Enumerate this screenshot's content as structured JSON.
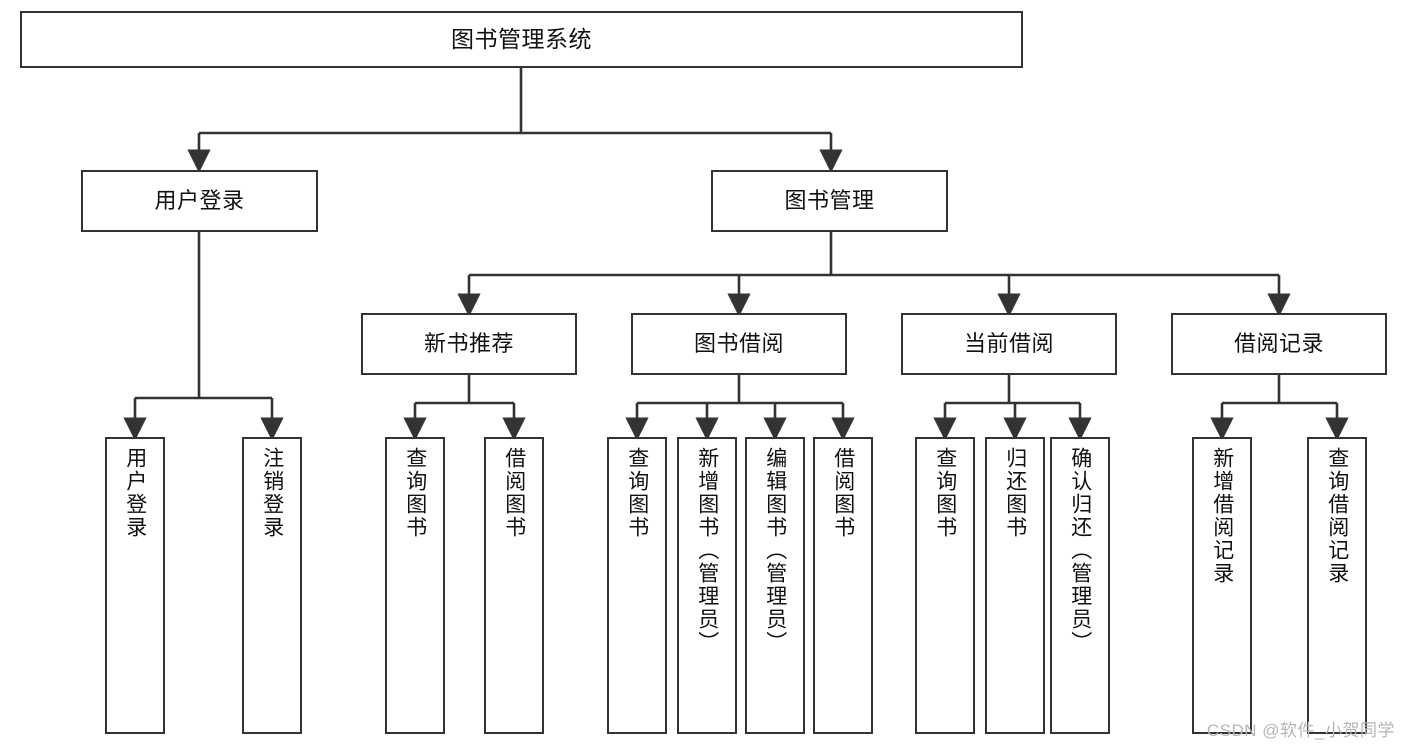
{
  "diagram": {
    "title": "图书管理系统",
    "watermark": "CSDN @软件_小贺同学",
    "line_color": "#333333",
    "box_fill": "#ffffff",
    "text_color": "#111111",
    "nodes": {
      "root": {
        "label": "图书管理系统"
      },
      "level2": [
        {
          "id": "user-login",
          "label": "用户登录"
        },
        {
          "id": "book-manage",
          "label": "图书管理"
        }
      ],
      "level3": [
        {
          "id": "new-book-recommend",
          "label": "新书推荐"
        },
        {
          "id": "book-borrow",
          "label": "图书借阅"
        },
        {
          "id": "current-borrow",
          "label": "当前借阅"
        },
        {
          "id": "borrow-record",
          "label": "借阅记录"
        }
      ],
      "leaves": {
        "user-login": [
          {
            "id": "leaf-user-login",
            "label": "用户登录"
          },
          {
            "id": "leaf-logout",
            "label": "注销登录"
          }
        ],
        "new-book-recommend": [
          {
            "id": "leaf-query-book-1",
            "label": "查询图书"
          },
          {
            "id": "leaf-borrow-book-1",
            "label": "借阅图书"
          }
        ],
        "book-borrow": [
          {
            "id": "leaf-query-book-2",
            "label": "查询图书"
          },
          {
            "id": "leaf-add-book",
            "label": "新增图书（管理员）"
          },
          {
            "id": "leaf-edit-book",
            "label": "编辑图书（管理员）"
          },
          {
            "id": "leaf-borrow-book-2",
            "label": "借阅图书"
          }
        ],
        "current-borrow": [
          {
            "id": "leaf-query-book-3",
            "label": "查询图书"
          },
          {
            "id": "leaf-return-book",
            "label": "归还图书"
          },
          {
            "id": "leaf-confirm-return",
            "label": "确认归还（管理员）"
          }
        ],
        "borrow-record": [
          {
            "id": "leaf-add-record",
            "label": "新增借阅记录"
          },
          {
            "id": "leaf-query-record",
            "label": "查询借阅记录"
          }
        ]
      }
    }
  }
}
